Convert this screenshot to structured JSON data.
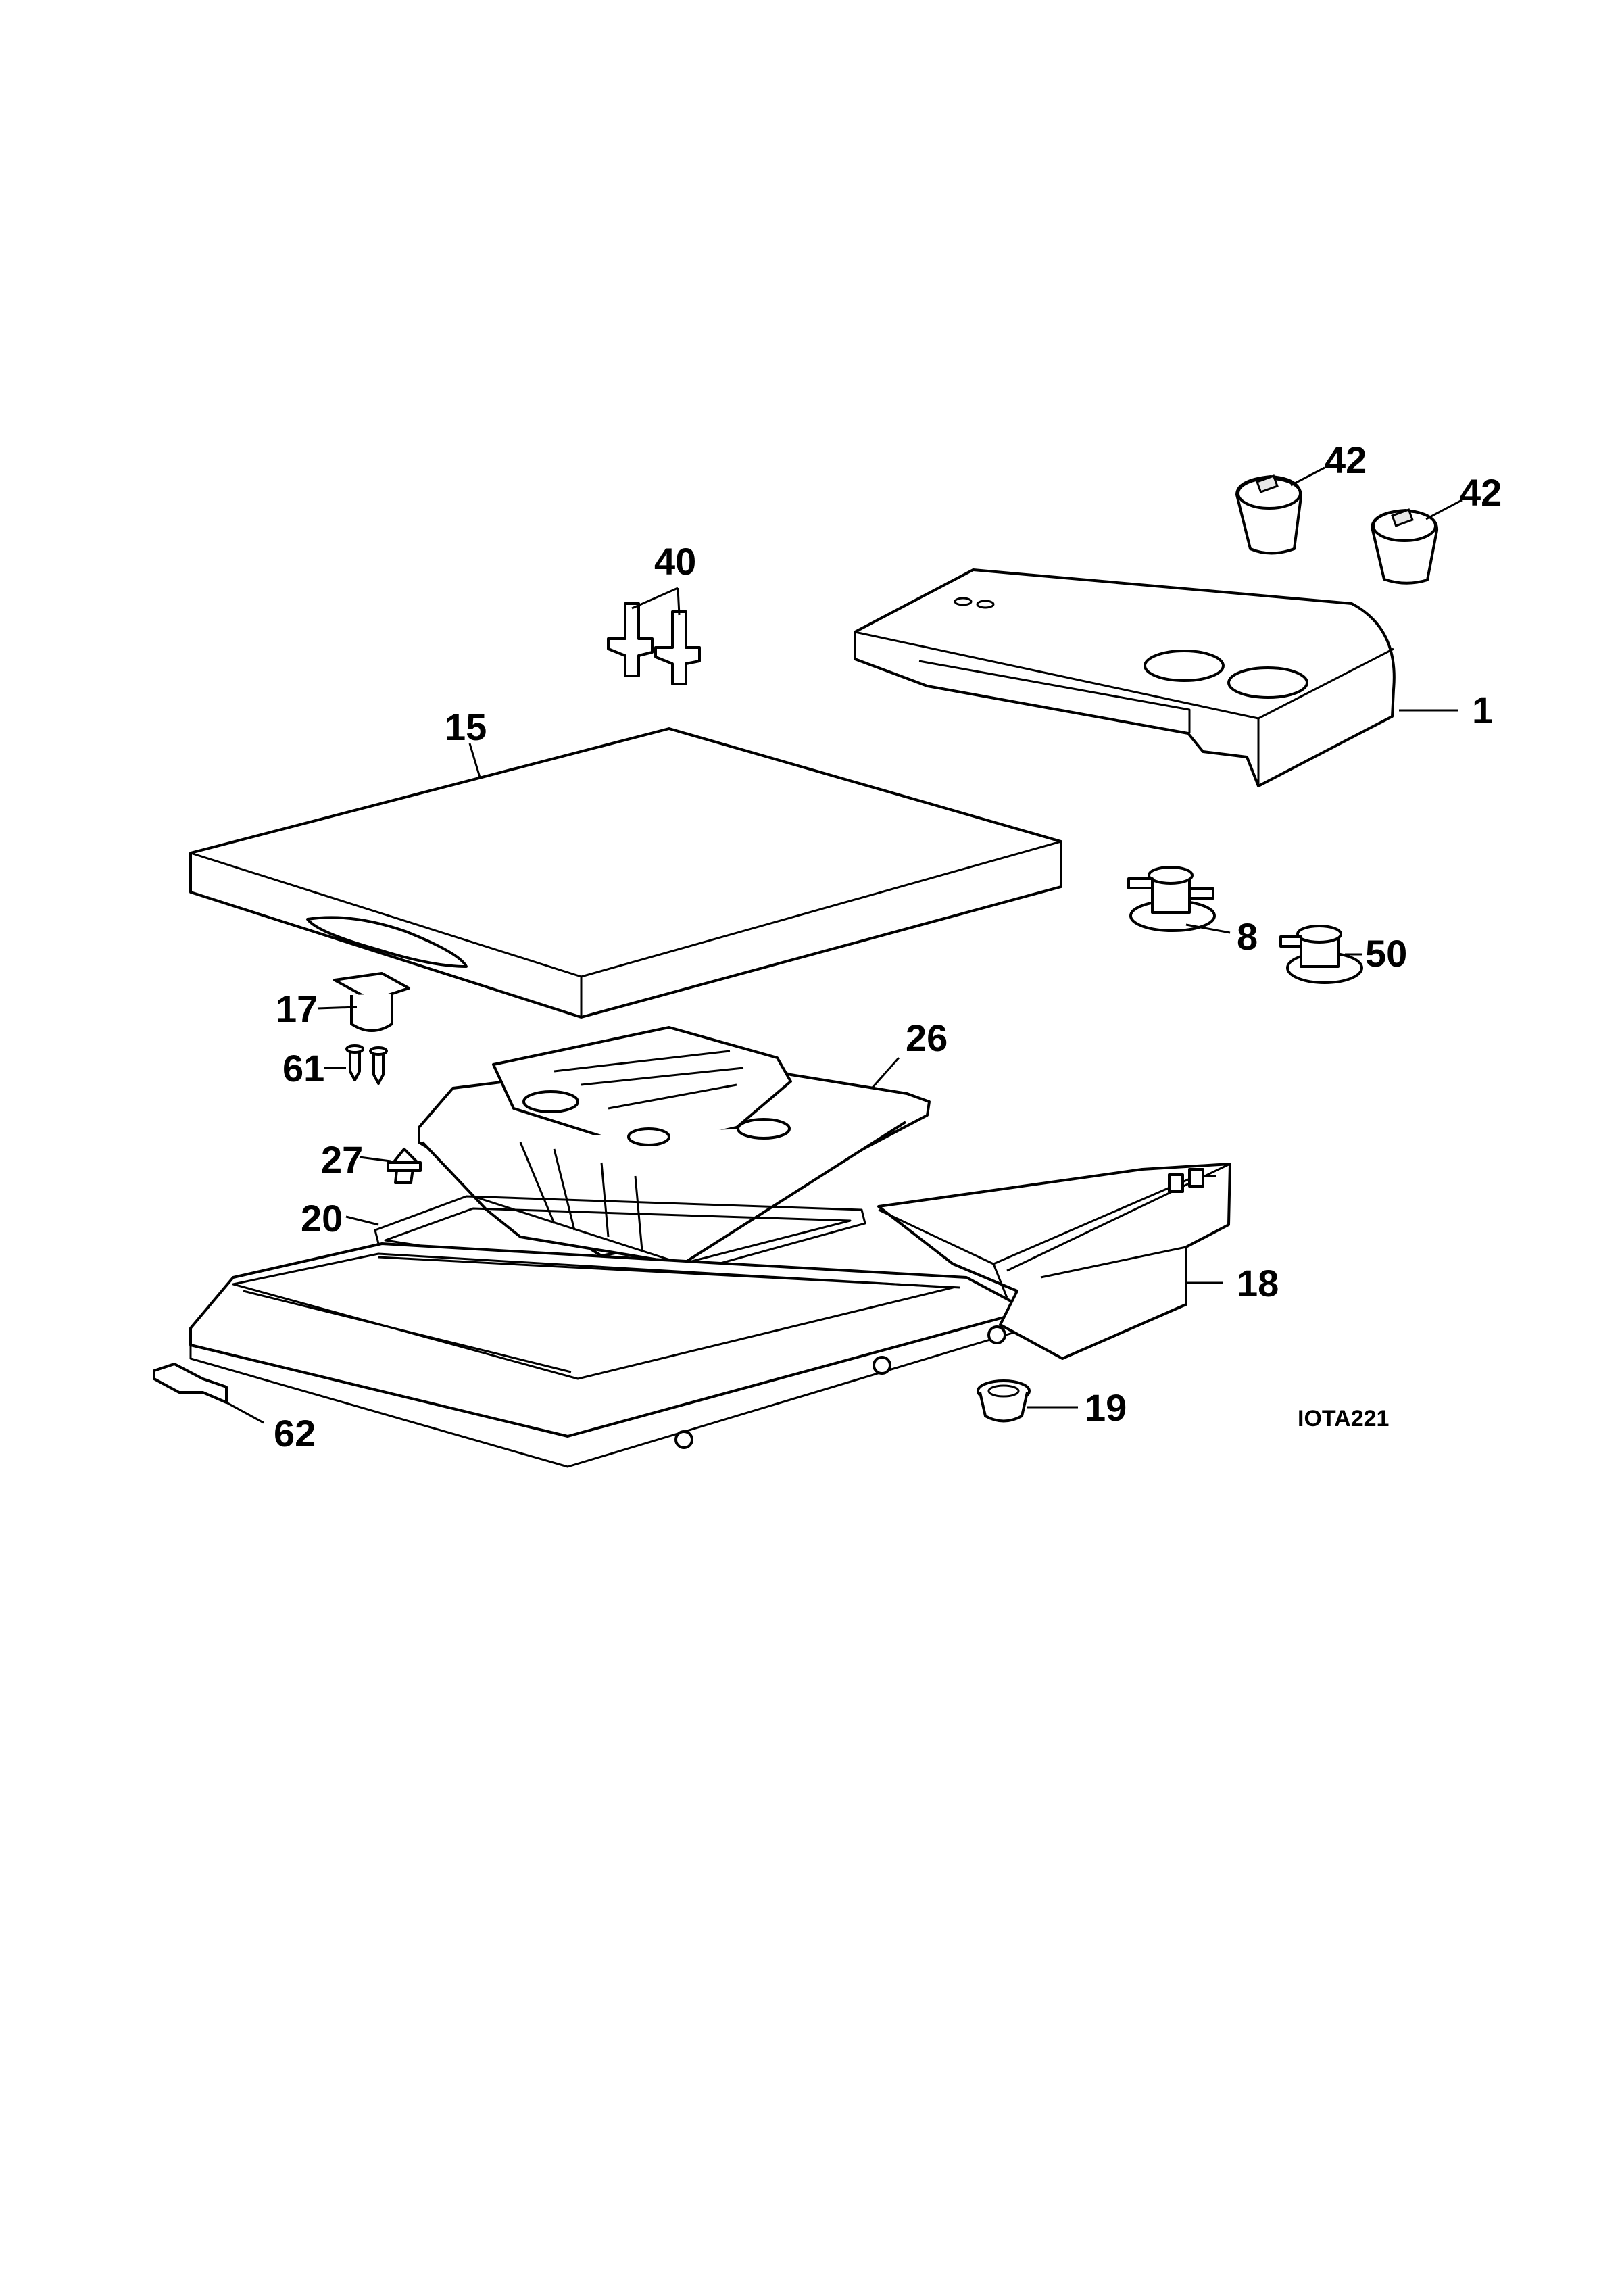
{
  "diagram": {
    "drawing_code": "IOTA221",
    "callouts": {
      "c1": "1",
      "c8": "8",
      "c15": "15",
      "c17": "17",
      "c18": "18",
      "c19": "19",
      "c20": "20",
      "c26": "26",
      "c27": "27",
      "c40": "40",
      "c42a": "42",
      "c42b": "42",
      "c50": "50",
      "c61": "61",
      "c62": "62"
    }
  }
}
